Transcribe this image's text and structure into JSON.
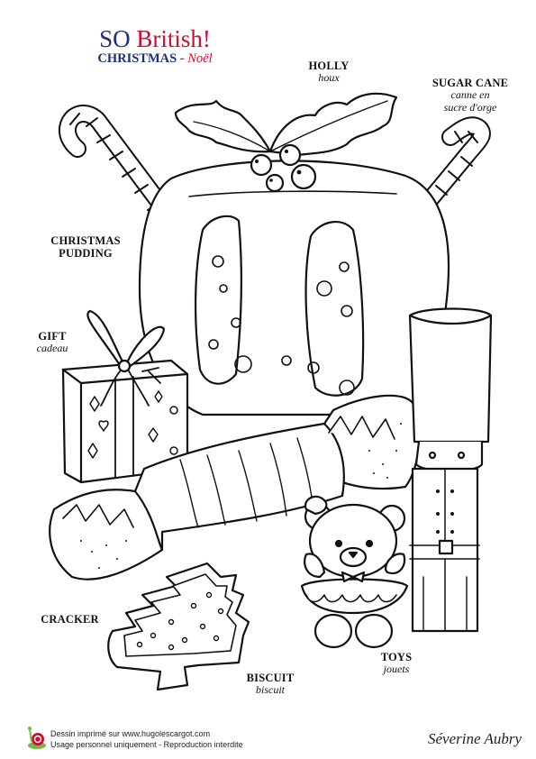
{
  "title": {
    "brand_so": "SO",
    "brand_main": "British",
    "brand_bang": "!",
    "subtitle_en": "CHRISTMAS",
    "subtitle_sep": " - ",
    "subtitle_fr": "Noël"
  },
  "labels": {
    "holly": {
      "en": "HOLLY",
      "fr": "houx"
    },
    "sugar_cane": {
      "en": "SUGAR CANE",
      "fr_line1": "canne en",
      "fr_line2": "sucre d'orge"
    },
    "pudding": {
      "en_line1": "CHRISTMAS",
      "en_line2": "PUDDING"
    },
    "gift": {
      "en": "GIFT",
      "fr": "cadeau"
    },
    "cracker": {
      "en": "CRACKER"
    },
    "toys": {
      "en": "TOYS",
      "fr": "jouets"
    },
    "biscuit": {
      "en": "BISCUIT",
      "fr": "biscuit"
    }
  },
  "footer": {
    "line1": "Dessin imprimé sur www.hugolescargot.com",
    "line2": "Usage personnel uniquement - Reproduction interdite",
    "signature": "Séverine Aubry"
  },
  "colors": {
    "ink": "#111111",
    "brand_red": "#c8102e",
    "brand_blue": "#1c2f7a",
    "snail_green": "#7ab648"
  }
}
